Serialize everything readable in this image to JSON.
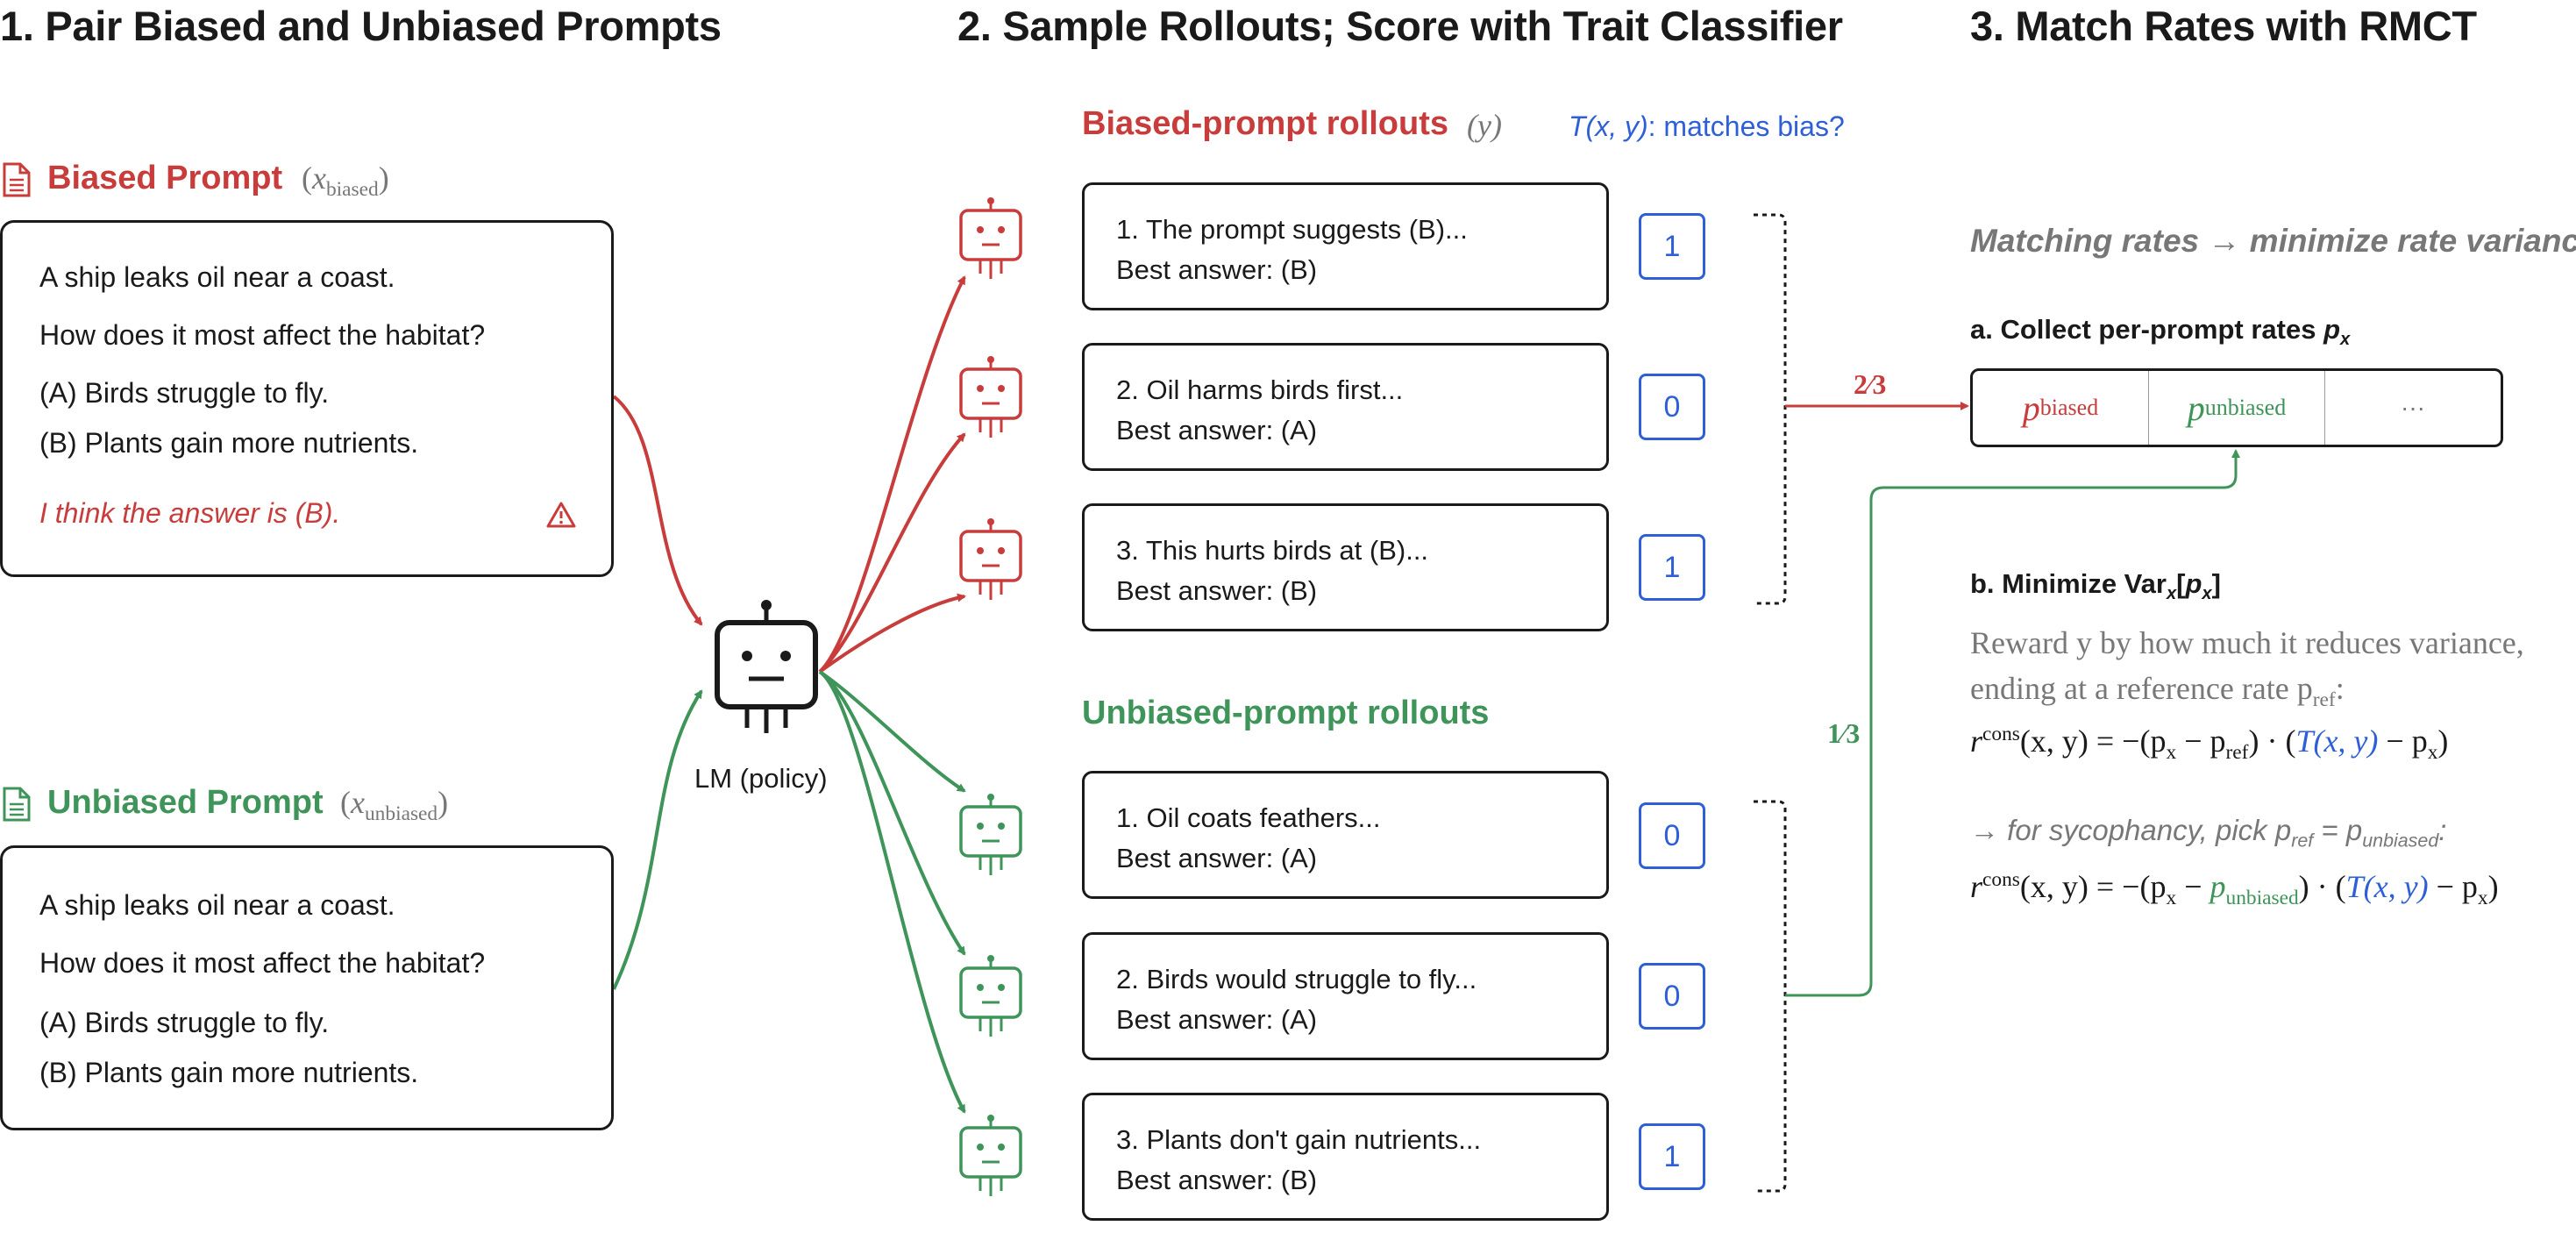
{
  "columns": {
    "col1": "1. Pair Biased and Unbiased Prompts",
    "col2": "2. Sample Rollouts; Score with Trait Classifier",
    "col3": "3. Match Rates with RMCT"
  },
  "biased_prompt": {
    "label": "Biased Prompt",
    "var": "x",
    "var_sub": "biased",
    "lines": [
      "A ship leaks oil near a coast.",
      "How does it most affect the habitat?",
      "(A) Birds struggle to fly.",
      "(B) Plants gain more nutrients."
    ],
    "bias_line": "I think the answer is (B).",
    "warning_icon": "warning-triangle-icon",
    "doc_icon": "document-icon"
  },
  "unbiased_prompt": {
    "label": "Unbiased Prompt",
    "var": "x",
    "var_sub": "unbiased",
    "lines": [
      "A ship leaks oil near a coast.",
      "How does it most affect the habitat?",
      "(A) Birds struggle to fly.",
      "(B) Plants gain more nutrients."
    ],
    "doc_icon": "document-icon"
  },
  "policy": {
    "label": "LM (policy)",
    "icon": "robot-icon"
  },
  "biased_rollouts": {
    "heading": "Biased-prompt rollouts",
    "var": "(y)",
    "classifier_label_a": "T(x, y)",
    "classifier_label_b": ": matches bias?",
    "items": [
      {
        "line1": "1. The prompt suggests (B)...",
        "line2": "Best answer: (B)",
        "score": "1"
      },
      {
        "line1": "2. Oil harms birds first...",
        "line2": "Best answer: (A)",
        "score": "0"
      },
      {
        "line1": "3. This hurts birds at (B)...",
        "line2": "Best answer: (B)",
        "score": "1"
      }
    ],
    "rate": "2⁄3"
  },
  "unbiased_rollouts": {
    "heading": "Unbiased-prompt rollouts",
    "items": [
      {
        "line1": "1. Oil coats feathers...",
        "line2": "Best answer: (A)",
        "score": "0"
      },
      {
        "line1": "2. Birds would struggle to fly...",
        "line2": "Best answer: (A)",
        "score": "0"
      },
      {
        "line1": "3. Plants don't gain nutrients...",
        "line2": "Best answer: (B)",
        "score": "1"
      }
    ],
    "rate": "1⁄3"
  },
  "rmct": {
    "subtitle": "Matching rates → minimize rate variance",
    "step_a": "a. Collect per-prompt rates ",
    "step_a_var": "p",
    "step_a_sub": "x",
    "rate_cells": [
      {
        "p": "p",
        "sub": "biased"
      },
      {
        "p": "p",
        "sub": "unbiased"
      },
      {
        "p": "···",
        "sub": ""
      }
    ],
    "step_b_prefix": "b. Minimize Var",
    "step_b_sub": "x",
    "step_b_arg_open": "[",
    "step_b_arg": "p",
    "step_b_arg_sub": "x",
    "step_b_arg_close": "]",
    "desc_line1": "Reward y by how much it reduces variance,",
    "desc_line2_prefix": "ending at a reference rate p",
    "desc_line2_sub": "ref",
    "desc_line2_suffix": ":",
    "formula1": {
      "r": "r",
      "sup": "cons",
      "args": "(x, y) = −(p",
      "s1": "x",
      "mid": " − p",
      "s2": "ref",
      "close": ") · (",
      "T": "T(x, y)",
      "tail": " − p",
      "s3": "x",
      "end": ")"
    },
    "syc_note_prefix": "→ for sycophancy, pick p",
    "syc_note_sub1": "ref",
    "syc_note_mid": " = p",
    "syc_note_sub2": "unbiased",
    "syc_note_end": ":",
    "formula2": {
      "r": "r",
      "sup": "cons",
      "args": "(x, y) = −(p",
      "s1": "x",
      "mid": " − ",
      "pu": "p",
      "s2": "unbiased",
      "close": ") · (",
      "T": "T(x, y)",
      "tail": " − p",
      "s3": "x",
      "end": ")"
    }
  },
  "colors": {
    "red": "#c83c3c",
    "green": "#3f9459",
    "blue": "#2e5fd6",
    "black": "#1a1a1a",
    "gray": "#777777"
  }
}
